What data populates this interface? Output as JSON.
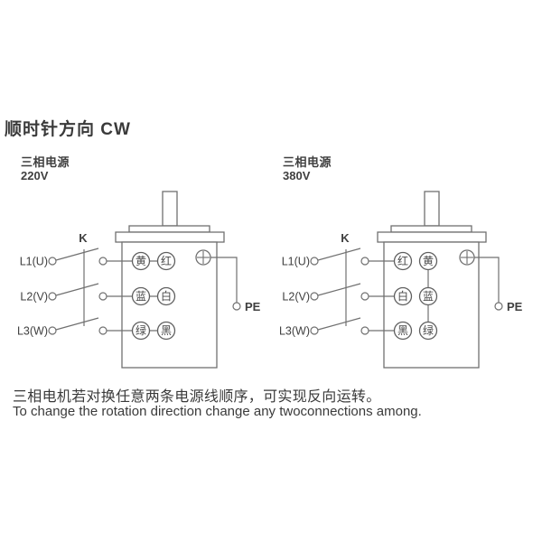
{
  "page": {
    "title": "顺时针方向 CW",
    "note_cn": "三相电机若对换任意两条电源线顺序，可实现反向运转。",
    "note_en": "To change the rotation direction change any twoconnections among."
  },
  "diagrams": [
    {
      "id": "left-220v",
      "source_label": "三相电源",
      "voltage": "220V",
      "switch_label": "K",
      "pe_label": "PE",
      "phase_labels": [
        "L1(U)",
        "L2(V)",
        "L3(W)"
      ],
      "terminal_rows": [
        [
          "黄",
          "红"
        ],
        [
          "蓝",
          "白"
        ],
        [
          "绿",
          "黑"
        ]
      ],
      "star_link": false
    },
    {
      "id": "right-380v",
      "source_label": "三相电源",
      "voltage": "380V",
      "switch_label": "K",
      "pe_label": "PE",
      "phase_labels": [
        "L1(U)",
        "L2(V)",
        "L3(W)"
      ],
      "terminal_rows": [
        [
          "红",
          "黄"
        ],
        [
          "白",
          "蓝"
        ],
        [
          "黑",
          "绿"
        ]
      ],
      "star_link": true
    }
  ],
  "colors": {
    "line": "#707070",
    "text": "#3a3a3a"
  }
}
